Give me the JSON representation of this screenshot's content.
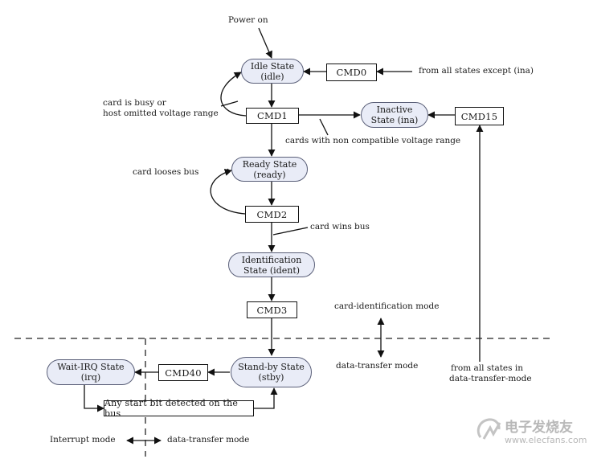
{
  "states": {
    "idle": {
      "line1": "Idle State",
      "line2": "(idle)"
    },
    "inactive": {
      "line1": "Inactive",
      "line2": "State (ina)"
    },
    "ready": {
      "line1": "Ready State",
      "line2": "(ready)"
    },
    "ident": {
      "line1": "Identification",
      "line2": "State (ident)"
    },
    "standby": {
      "line1": "Stand-by State",
      "line2": "(stby)"
    },
    "waitirq": {
      "line1": "Wait-IRQ State",
      "line2": "(irq)"
    }
  },
  "commands": {
    "cmd0": "CMD0",
    "cmd1": "CMD1",
    "cmd15": "CMD15",
    "cmd2": "CMD2",
    "cmd3": "CMD3",
    "cmd40": "CMD40",
    "start_bit": "Any start bit detected on the bus"
  },
  "labels": {
    "power_on": "Power on",
    "from_all_states": "from all states except (ina)",
    "busy_line1": "card is busy or",
    "busy_line2": "host omitted voltage range",
    "non_compatible": "cards with non compatible voltage range",
    "card_looses_bus": "card looses bus",
    "card_wins_bus": "card wins bus",
    "card_identification_mode": "card-identification mode",
    "data_transfer_mode": "data-transfer mode",
    "from_data_transfer_line1": "from all states in",
    "from_data_transfer_line2": "data-transfer-mode",
    "interrupt_mode": "Interrupt mode",
    "data_transfer_mode_bottom": "data-transfer mode"
  },
  "watermark": {
    "brand": "电子发烧友",
    "url": "www.elecfans.com"
  }
}
